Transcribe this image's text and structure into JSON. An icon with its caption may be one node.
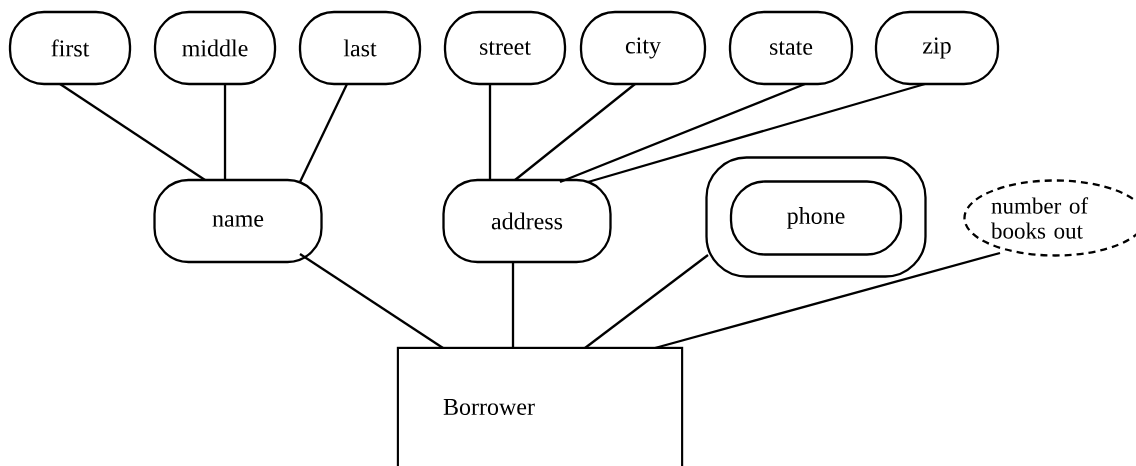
{
  "diagram": {
    "nodes": [
      {
        "text": [
          "first"
        ]
      },
      {
        "text": [
          "middle"
        ]
      },
      {
        "text": [
          "last"
        ]
      },
      {
        "text": [
          "street"
        ]
      },
      {
        "text": [
          "city"
        ]
      },
      {
        "text": [
          "state"
        ]
      },
      {
        "text": [
          "zip"
        ]
      },
      {
        "text": [
          "name"
        ]
      },
      {
        "text": [
          "address"
        ]
      },
      {
        "text": [],
        "shape": "box"
      },
      {
        "text": [
          "phone"
        ],
        "in": 9
      },
      {
        "text": [
          "number of books out"
        ]
      },
      {
        "text": [
          "Borrower"
        ]
      }
    ],
    "edges": [
      {
        "from": 0,
        "to": 7,
        "arrow": "none"
      },
      {
        "from": 1,
        "to": 7,
        "arrow": "none"
      },
      {
        "from": 2,
        "to": 7,
        "arrow": "none"
      },
      {
        "from": 3,
        "to": 8,
        "arrow": "none"
      },
      {
        "from": 4,
        "to": 8,
        "arrow": "none"
      },
      {
        "from": 5,
        "to": 8,
        "arrow": "none"
      },
      {
        "from": 6,
        "to": 8,
        "arrow": "none"
      },
      {
        "from": 7,
        "to": 12,
        "arrow": "none"
      },
      {
        "from": 8,
        "to": 12,
        "arrow": "none"
      },
      {
        "from": 9,
        "to": 12,
        "arrow": "none"
      },
      {
        "from": 11,
        "to": 12,
        "arrow": "none"
      }
    ]
  }
}
